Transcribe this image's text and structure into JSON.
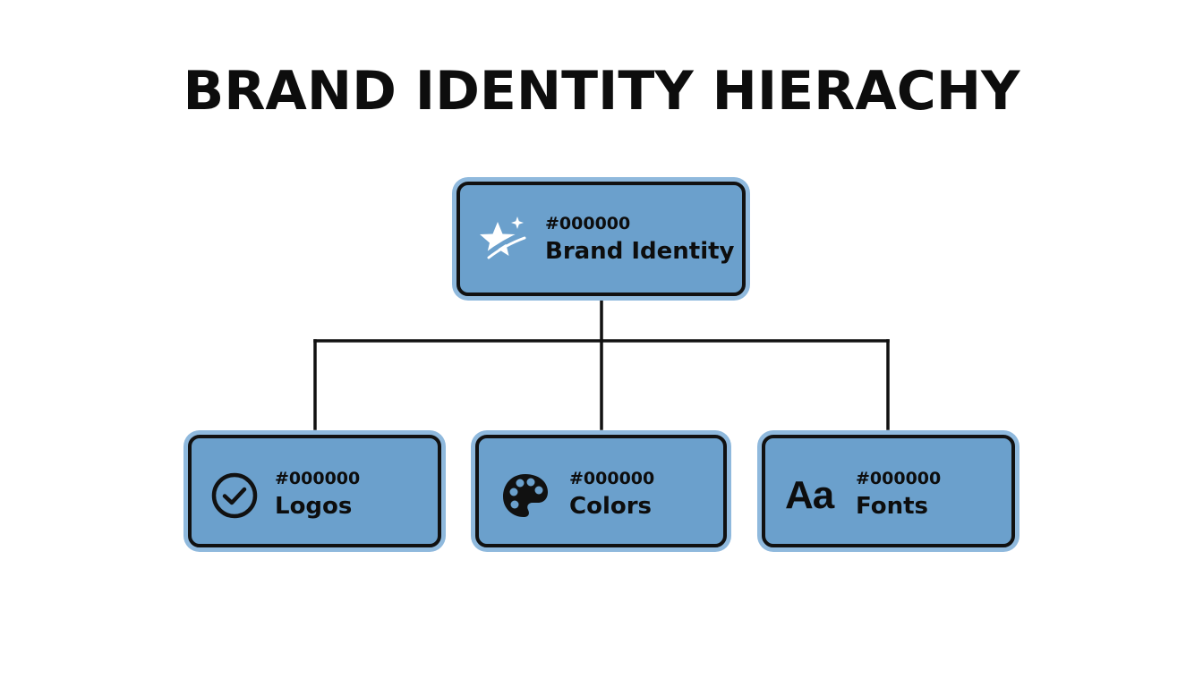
{
  "title": "BRAND IDENTITY HIERACHY",
  "colors": {
    "node_fill": "#6ba0cc",
    "node_glow": "#8fb9dd",
    "node_border": "#111111",
    "line": "#111111",
    "text": "#0d0d0d"
  },
  "root": {
    "hex": "#000000",
    "label": "Brand Identity",
    "icon": "sparkle-star-icon"
  },
  "children": [
    {
      "hex": "#000000",
      "label": "Logos",
      "icon": "check-circle-icon"
    },
    {
      "hex": "#000000",
      "label": "Colors",
      "icon": "palette-icon"
    },
    {
      "hex": "#000000",
      "label": "Fonts",
      "icon": "typography-icon",
      "icon_text": "Aa"
    }
  ]
}
